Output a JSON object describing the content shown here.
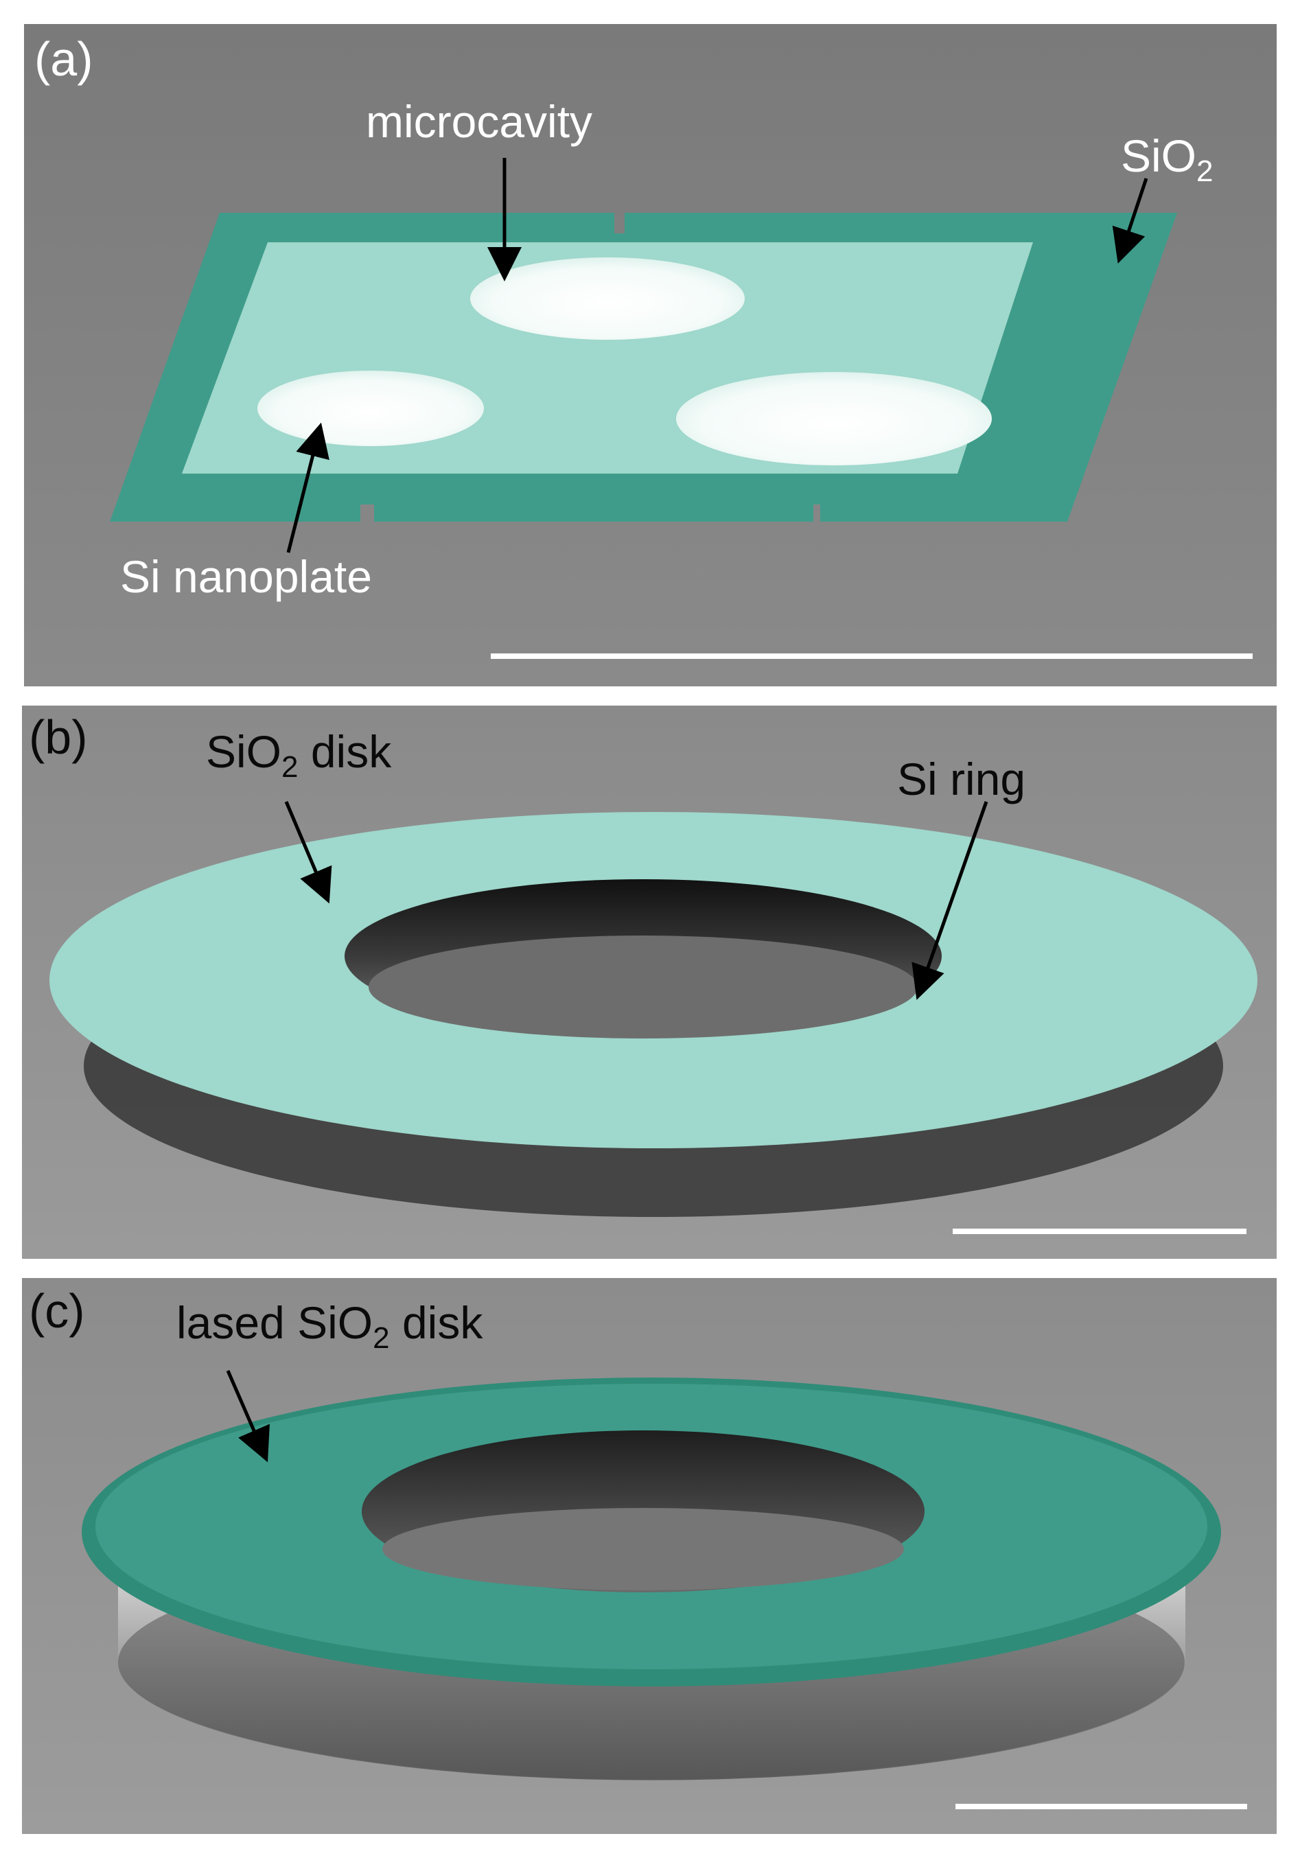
{
  "figure": {
    "panels": [
      {
        "id": "a",
        "letter": "(a)",
        "labels": {
          "microcavity": "microcavity",
          "sio2_prefix": "SiO",
          "sio2_sub": "2",
          "nanoplate": "Si nanoplate"
        }
      },
      {
        "id": "b",
        "letter": "(b)",
        "labels": {
          "disk_prefix": "SiO",
          "disk_sub": "2",
          "disk_suffix": " disk",
          "ring": "Si ring"
        }
      },
      {
        "id": "c",
        "letter": "(c)",
        "labels": {
          "lased_prefix": "lased SiO",
          "lased_sub": "2",
          "lased_suffix": " disk"
        }
      }
    ],
    "colors": {
      "sio2_teal": "#3f9c8a",
      "sio2_teal_light": "#9fd8cc",
      "substrate_gray": "#7d7d7d",
      "scale_bar": "#ffffff",
      "arrow": "#000000"
    }
  }
}
